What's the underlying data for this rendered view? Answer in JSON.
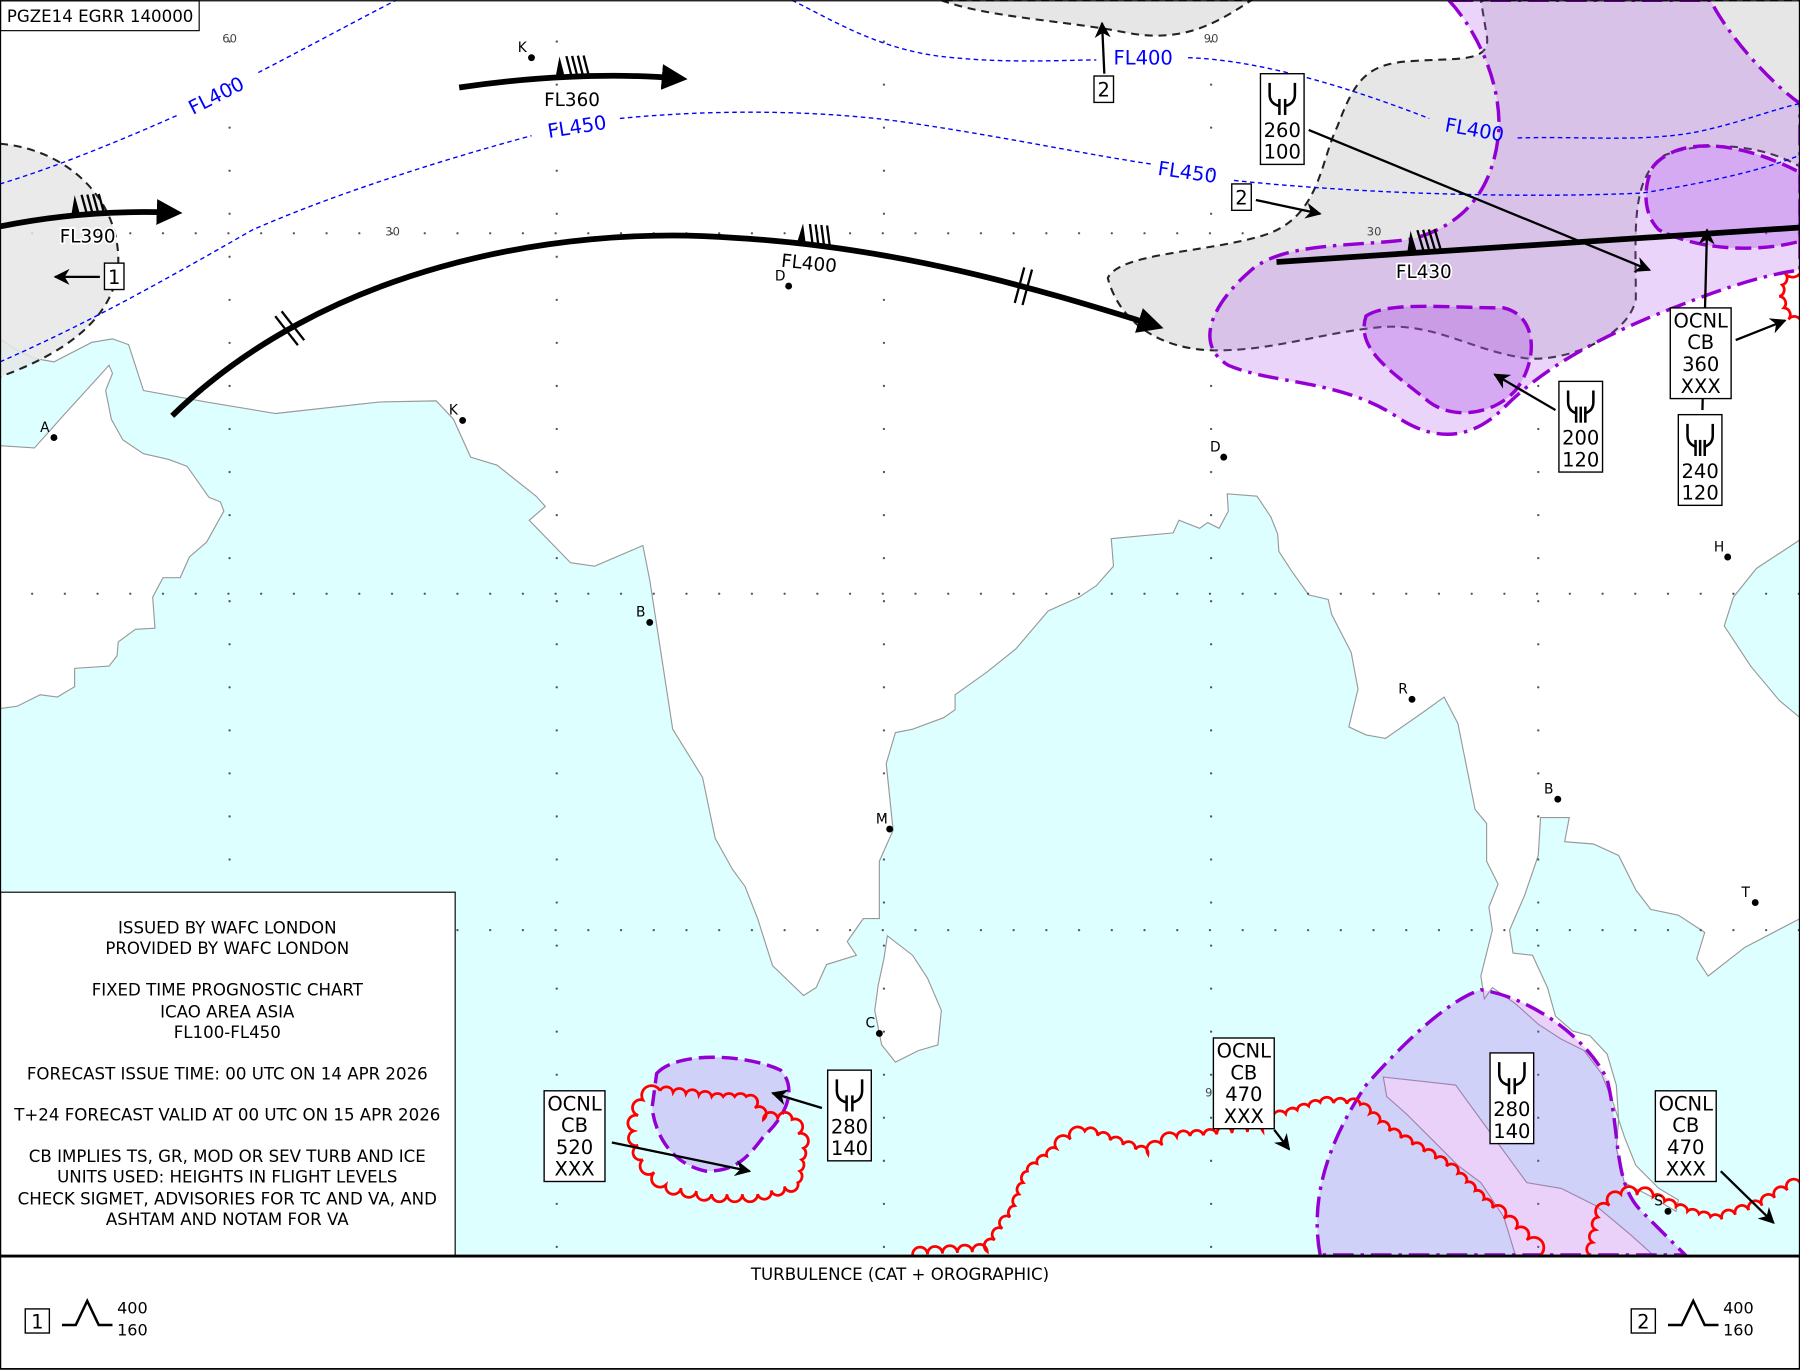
{
  "header": {
    "chart_id": "PGZE14 EGRR 140000"
  },
  "grid_labels": [
    "60",
    "30",
    "90",
    "30",
    "9"
  ],
  "jet_streams": [
    {
      "level": "FL390"
    },
    {
      "level": "FL360"
    },
    {
      "level": "FL400"
    },
    {
      "level": "FL430"
    }
  ],
  "tropopause_labels": [
    "FL400",
    "FL450",
    "FL450",
    "FL400",
    "FL400"
  ],
  "turbulence_refs": [
    "1",
    "2",
    "2"
  ],
  "icing_boxes": [
    {
      "top": "260",
      "base": "100"
    },
    {
      "top": "200",
      "base": "120"
    },
    {
      "top": "240",
      "base": "120"
    },
    {
      "top": "280",
      "base": "140"
    },
    {
      "top": "280",
      "base": "140"
    }
  ],
  "cb_boxes": [
    {
      "lines": [
        "OCNL",
        "CB",
        "360",
        "XXX"
      ]
    },
    {
      "lines": [
        "OCNL",
        "CB",
        "520",
        "XXX"
      ]
    },
    {
      "lines": [
        "OCNL",
        "CB",
        "470",
        "XXX"
      ]
    },
    {
      "lines": [
        "OCNL",
        "CB",
        "470",
        "XXX"
      ]
    }
  ],
  "cities": [
    "K",
    "D",
    "K",
    "A",
    "B",
    "D",
    "H",
    "R",
    "B",
    "M",
    "T",
    "C",
    "S"
  ],
  "info": {
    "lines": [
      "ISSUED BY WAFC LONDON",
      "PROVIDED BY WAFC LONDON",
      "FIXED TIME PROGNOSTIC CHART",
      "ICAO AREA ASIA",
      "FL100-FL450",
      "FORECAST ISSUE TIME: 00 UTC ON 14 APR 2026",
      "T+24 FORECAST VALID AT 00 UTC ON 15 APR 2026",
      "CB IMPLIES TS, GR, MOD OR SEV TURB AND ICE",
      "UNITS USED: HEIGHTS IN FLIGHT LEVELS",
      "CHECK SIGMET, ADVISORIES FOR TC AND VA, AND",
      "ASHTAM AND NOTAM FOR VA"
    ]
  },
  "legend": {
    "title": "TURBULENCE (CAT + OROGRAPHIC)",
    "items": [
      {
        "id": "1",
        "top": "400",
        "base": "160"
      },
      {
        "id": "2",
        "top": "400",
        "base": "160"
      }
    ]
  },
  "colors": {
    "sea": "#ddffff",
    "turbulence_area": "#e6e6e6",
    "cb_outline": "#9400d3",
    "cb_cloud": "#ff0000",
    "tropopause": "#0000ff"
  }
}
